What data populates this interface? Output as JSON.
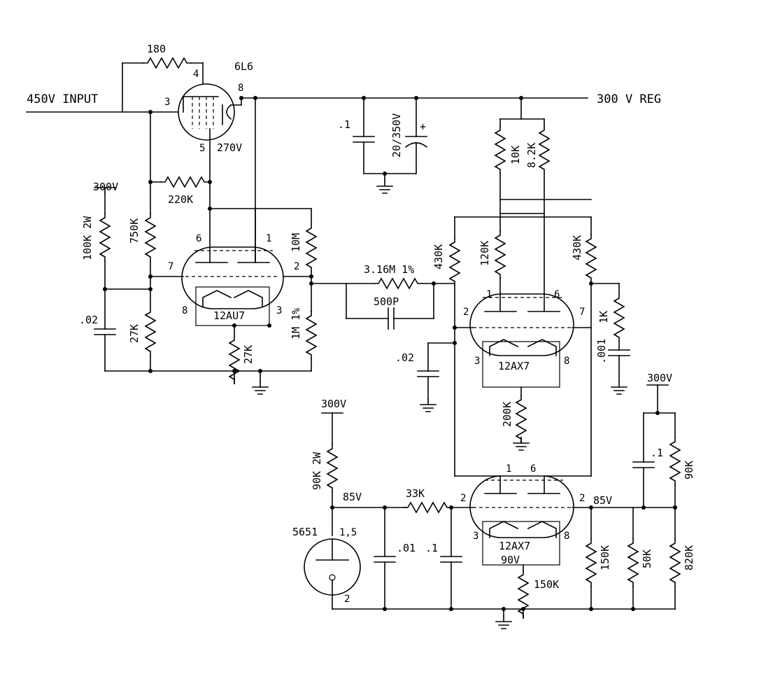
{
  "rails": {
    "input": "450V INPUT",
    "output": "300 V REG",
    "v300_a": "300V",
    "v300_b": "300V",
    "v300_c": "300V"
  },
  "tubes": {
    "pass": "6L6",
    "driver": "12AU7",
    "amp": "12AX7",
    "diff": "12AX7",
    "ref": "5651"
  },
  "pins": {
    "p6l6_4": "4",
    "p6l6_3": "3",
    "p6l6_8": "8",
    "p6l6_5": "5",
    "au_6": "6",
    "au_1": "1",
    "au_7": "7",
    "au_2": "2",
    "au_8": "8",
    "au_3": "3",
    "ax1_1": "1",
    "ax1_6": "6",
    "ax1_2": "2",
    "ax1_7": "7",
    "ax1_3": "3",
    "ax1_8": "8",
    "ax2_1": "1",
    "ax2_6": "6",
    "ax2_2a": "2",
    "ax2_2b": "2",
    "ax2_3": "3",
    "ax2_8": "8",
    "ref_15": "1,5",
    "ref_2": "2"
  },
  "resistors": {
    "r180": "180",
    "r220k": "220K",
    "r100k2w": "100K 2W",
    "r750k": "750K",
    "r27k_a": "27K",
    "r27k_b": "27K",
    "r10m": "10M",
    "r1m": "1M 1%",
    "r316m": "3.16M 1%",
    "r430k_a": "430K",
    "r120k": "120K",
    "r10k": "10K",
    "r82k": "8.2K",
    "r430k_b": "430K",
    "r1k": "1K",
    "r200k": "200K",
    "r90k2w": "90K 2W",
    "r33k": "33K",
    "r150k_a": "150K",
    "r150k_b": "150K",
    "r50k": "50K",
    "r820k": "820K",
    "r90k": "90K"
  },
  "capacitors": {
    "c01_top": ".1",
    "c20_350": "20/350V",
    "c02_a": ".02",
    "c500p": "500P",
    "c02_b": ".02",
    "c001": ".001",
    "c001_ref": ".01",
    "c01_mid": ".1",
    "c01_right": ".1"
  },
  "voltages": {
    "v270": "270V",
    "v85_left": "85V",
    "v85_right": "85V",
    "v90": "90V"
  }
}
